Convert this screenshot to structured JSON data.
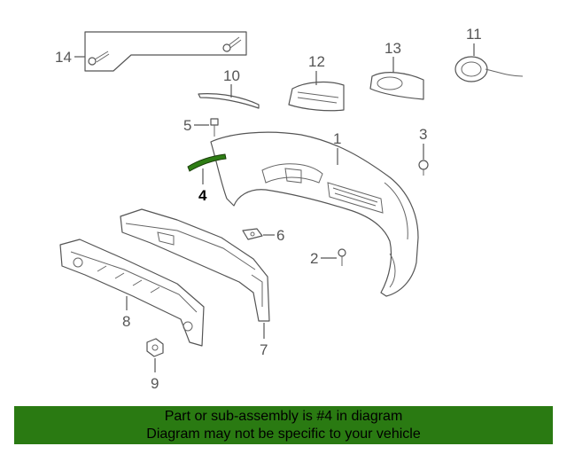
{
  "diagram": {
    "callouts": [
      {
        "id": "1",
        "label": "1"
      },
      {
        "id": "2",
        "label": "2"
      },
      {
        "id": "3",
        "label": "3"
      },
      {
        "id": "4",
        "label": "4"
      },
      {
        "id": "5",
        "label": "5"
      },
      {
        "id": "6",
        "label": "6"
      },
      {
        "id": "7",
        "label": "7"
      },
      {
        "id": "8",
        "label": "8"
      },
      {
        "id": "9",
        "label": "9"
      },
      {
        "id": "10",
        "label": "10"
      },
      {
        "id": "11",
        "label": "11"
      },
      {
        "id": "12",
        "label": "12"
      },
      {
        "id": "13",
        "label": "13"
      },
      {
        "id": "14",
        "label": "14"
      }
    ],
    "highlight_part": "4",
    "colors": {
      "highlight": "#2e7d14",
      "line": "#555555",
      "banner": "#2a7a12"
    }
  },
  "banner": {
    "line1": "Part or sub-assembly is #4 in diagram",
    "line2": "Diagram may not be specific to your vehicle"
  }
}
